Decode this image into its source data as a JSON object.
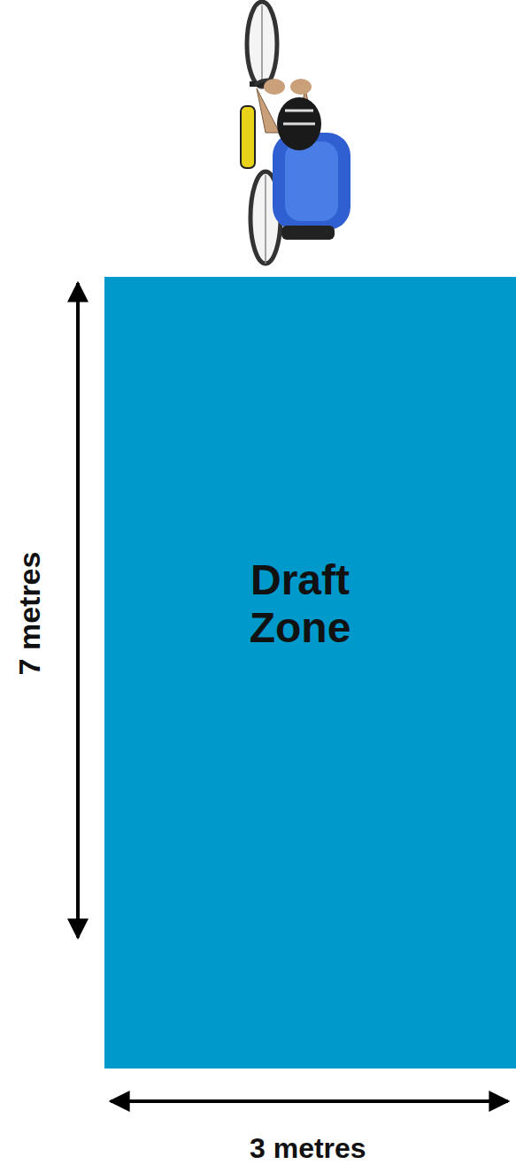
{
  "diagram": {
    "nodes": [
      {
        "text": [
          "Draft Zone"
        ]
      }
    ],
    "labels": [
      "7 metres",
      "3 metres"
    ]
  }
}
